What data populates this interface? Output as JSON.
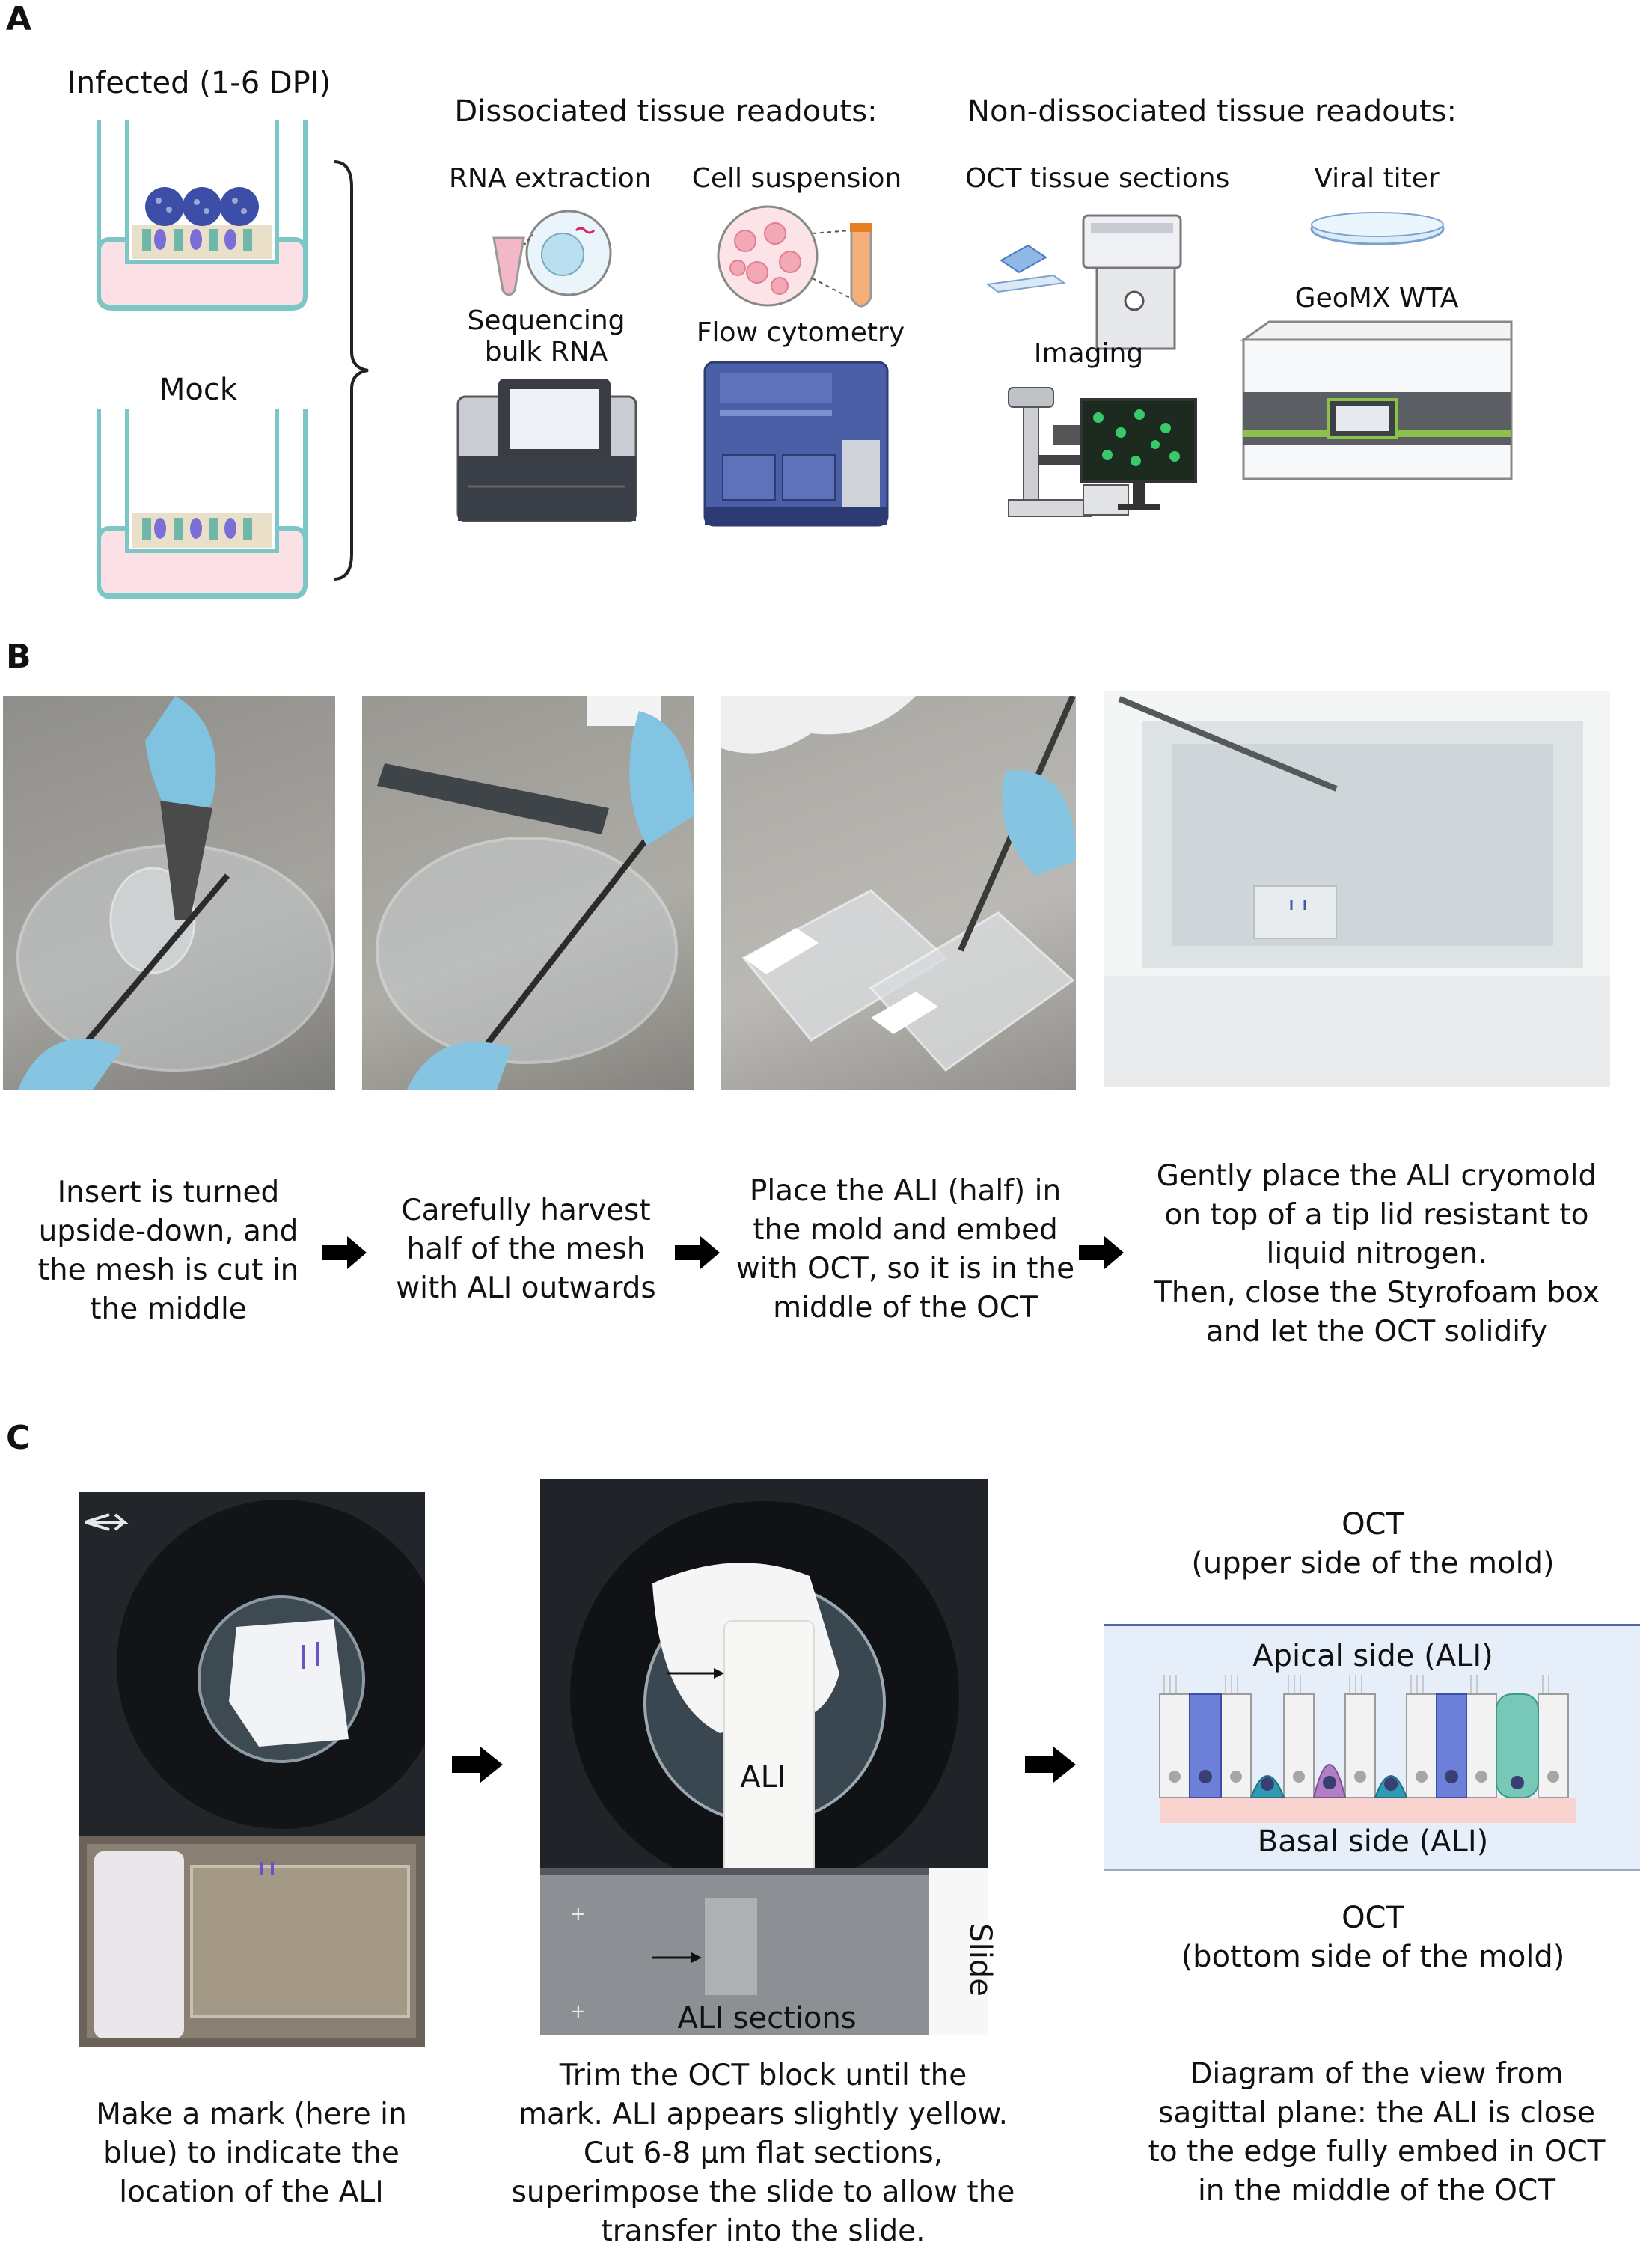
{
  "panels": {
    "a": "A",
    "b": "B",
    "c": "C"
  },
  "panel_a": {
    "infected_label": "Infected (1-6 DPI)",
    "mock_label": "Mock",
    "dissociated_title": "Dissociated tissue readouts:",
    "non_dissociated_title": "Non-dissociated tissue readouts:",
    "rna_extraction": "RNA extraction",
    "cell_suspension": "Cell suspension",
    "oct_sections": "OCT tissue sections",
    "viral_titer": "Viral titer",
    "sequencing_line1": "Sequencing",
    "sequencing_line2": "bulk RNA",
    "flow_cytometry": "Flow cytometry",
    "imaging": "Imaging",
    "geomx": "GeoMX WTA"
  },
  "panel_b": {
    "steps": [
      {
        "lines": [
          "Insert is turned",
          "upside-down, and",
          "the mesh is cut in",
          "the middle"
        ]
      },
      {
        "lines": [
          "Carefully harvest",
          "half of the mesh",
          "with ALI outwards"
        ]
      },
      {
        "lines": [
          "Place the ALI (half) in",
          "the mold and embed",
          "with OCT, so it is in the",
          "middle of the OCT"
        ]
      },
      {
        "lines": [
          "Gently place the ALI cryomold",
          "on top of a tip lid resistant to",
          "liquid nitrogen.",
          "Then, close the Styrofoam box",
          "and let the OCT solidify"
        ]
      }
    ]
  },
  "panel_c": {
    "ali_label": "ALI",
    "slide_label": "Slide",
    "ali_sections_label": "ALI sections",
    "oct_top": "OCT",
    "oct_top_sub": "(upper side of the mold)",
    "apical": "Apical side (ALI)",
    "basal": "Basal side (ALI)",
    "oct_bottom": "OCT",
    "oct_bottom_sub": "(bottom side of the mold)",
    "captions": [
      {
        "lines": [
          "Make a mark (here in",
          "blue) to indicate the",
          "location of the ALI"
        ]
      },
      {
        "lines": [
          "Trim the OCT block until the",
          "mark. ALI appears slightly yellow.",
          "Cut 6-8 μm flat sections,",
          "superimpose the slide to allow the",
          "transfer into the slide."
        ]
      },
      {
        "lines": [
          "Diagram of the view from",
          "sagittal plane: the ALI is close",
          "to the edge fully embed in OCT",
          "in the middle of the OCT"
        ]
      }
    ]
  },
  "colors": {
    "arrow": "#000000",
    "diagram_bg": "#e6eef9",
    "basal_layer": "#f7d2cf"
  }
}
